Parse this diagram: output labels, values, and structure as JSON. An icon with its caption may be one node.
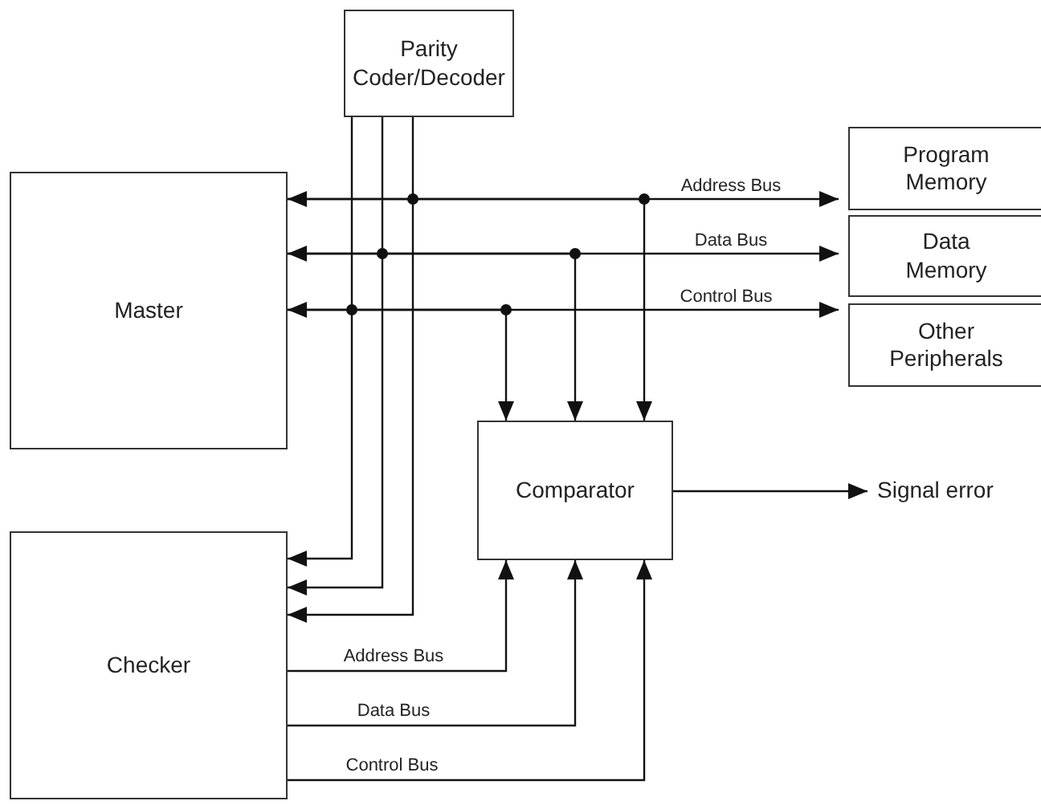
{
  "diagram": {
    "nodes": [
      {
        "text": [
          "Parity Coder/Decoder"
        ]
      },
      {
        "text": [
          "Program Memory"
        ]
      },
      {
        "text": [
          "Master"
        ]
      },
      {
        "text": [
          "Data Memory"
        ]
      },
      {
        "text": [
          "Other Peripherals"
        ]
      },
      {
        "text": [
          "Comparator"
        ]
      },
      {
        "text": [
          "Signal error"
        ]
      },
      {
        "text": [
          "Checker"
        ]
      }
    ],
    "edges": [
      {
        "from": 2,
        "to": 1,
        "arrow": "both",
        "label": "Address Bus"
      },
      {
        "from": 2,
        "to": 3,
        "arrow": "both",
        "label": "Data Bus"
      },
      {
        "from": 2,
        "to": 4,
        "arrow": "both",
        "label": "Control Bus"
      },
      {
        "from": 2,
        "to": 5,
        "arrow": "to"
      },
      {
        "from": 2,
        "to": 5,
        "arrow": "to"
      },
      {
        "from": 2,
        "to": 5,
        "arrow": "to"
      },
      {
        "from": 0,
        "to": 7,
        "arrow": "to"
      },
      {
        "from": 0,
        "to": 7,
        "arrow": "to"
      },
      {
        "from": 0,
        "to": 7,
        "arrow": "to"
      },
      {
        "from": 7,
        "to": 5,
        "arrow": "to",
        "label": "Address Bus"
      },
      {
        "from": 7,
        "to": 5,
        "arrow": "to",
        "label": "Data Bus"
      },
      {
        "from": 7,
        "to": 5,
        "arrow": "to",
        "label": "Control Bus"
      },
      {
        "from": 5,
        "to": 6,
        "arrow": "to"
      }
    ]
  }
}
